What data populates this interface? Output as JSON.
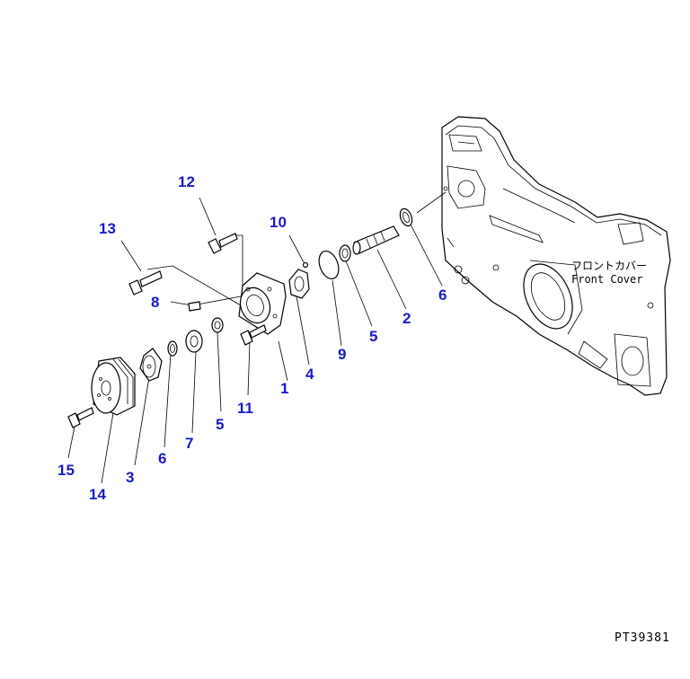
{
  "callouts": {
    "c1": "1",
    "c2": "2",
    "c3": "3",
    "c4": "4",
    "c5a": "5",
    "c5b": "5",
    "c6a": "6",
    "c6b": "6",
    "c7": "7",
    "c8": "8",
    "c9": "9",
    "c10": "10",
    "c11": "11",
    "c12": "12",
    "c13": "13",
    "c14": "14",
    "c15": "15"
  },
  "cover_label": {
    "jp": "フロントカバー",
    "en": "Front Cover"
  },
  "drawing_code": "PT39381",
  "colors": {
    "callout": "#1a1ac8",
    "line": "#000000",
    "background": "#ffffff"
  }
}
